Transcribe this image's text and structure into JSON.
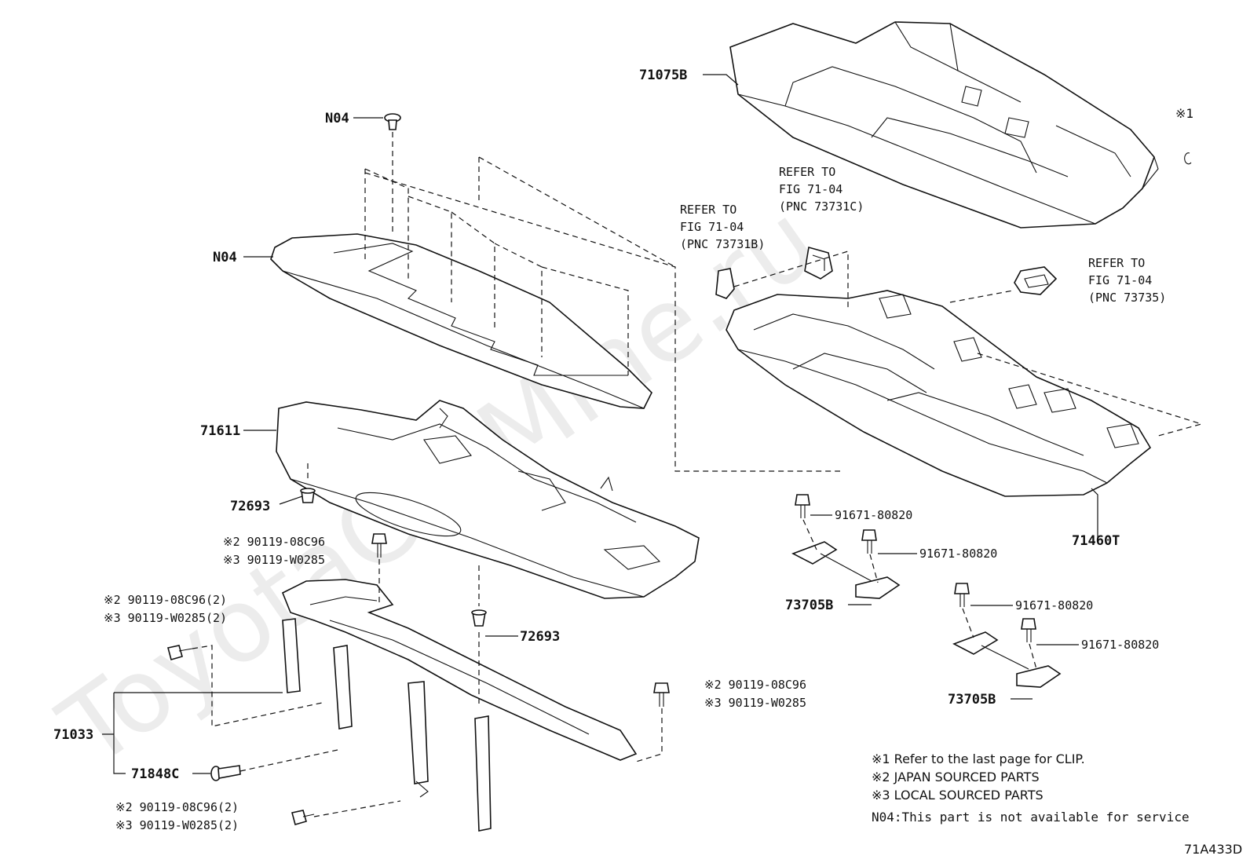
{
  "watermark": "ToyotaCarMine.ru",
  "diagram_code": "71A433D",
  "parts": {
    "p71075B": "71075B",
    "pN04_top": "N04",
    "pN04_pad": "N04",
    "p71611": "71611",
    "p72693_a": "72693",
    "p72693_b": "72693",
    "p71033": "71033",
    "p71848C": "71848C",
    "p71460T": "71460T",
    "p73705B_a": "73705B",
    "p73705B_b": "73705B",
    "bolt_91671_a": "91671-80820",
    "bolt_91671_b": "91671-80820",
    "bolt_91671_c": "91671-80820",
    "bolt_91671_d": "91671-80820"
  },
  "fastener_groups": {
    "center": {
      "line1": "※2 90119-08C96",
      "line2": "※3 90119-W0285"
    },
    "left_upper": {
      "line1": "※2 90119-08C96(2)",
      "line2": "※3 90119-W0285(2)"
    },
    "right": {
      "line1": "※2 90119-08C96",
      "line2": "※3 90119-W0285"
    },
    "left_lower": {
      "line1": "※2 90119-08C96(2)",
      "line2": "※3 90119-W0285(2)"
    }
  },
  "references": {
    "ref_73731B": {
      "line1": "REFER TO",
      "line2": "FIG 71-04",
      "line3": "(PNC 73731B)"
    },
    "ref_73731C": {
      "line1": "REFER TO",
      "line2": "FIG 71-04",
      "line3": "(PNC 73731C)"
    },
    "ref_73735": {
      "line1": "REFER TO",
      "line2": "FIG 71-04",
      "line3": "(PNC 73735)"
    }
  },
  "clip_marker": "※1",
  "notes": {
    "n1": "※1 Refer to the last page for CLIP.",
    "n2": "※2 JAPAN SOURCED PARTS",
    "n3": "※3 LOCAL SOURCED PARTS",
    "n4": "N04:This part is not available for service"
  }
}
